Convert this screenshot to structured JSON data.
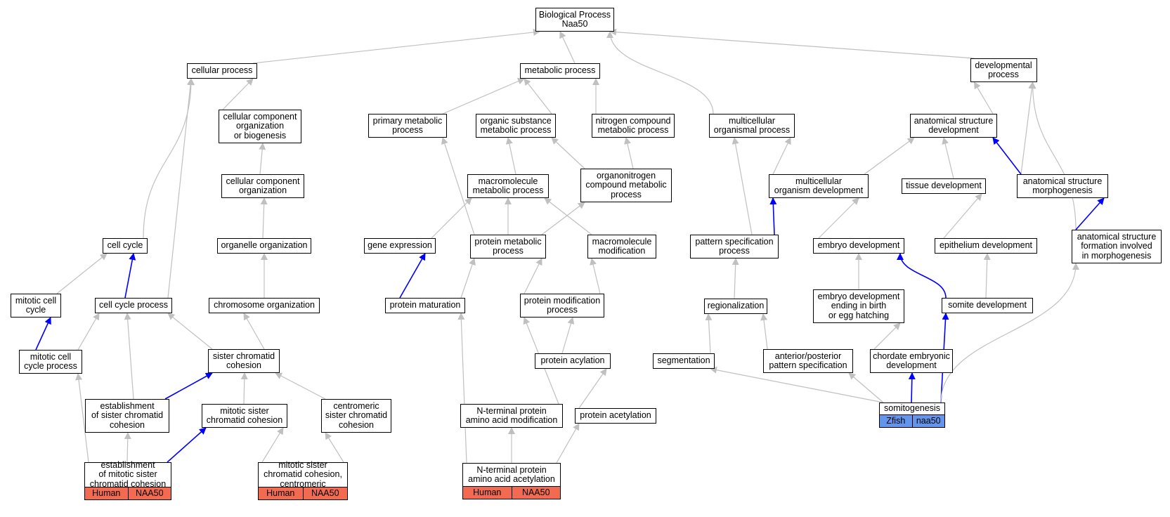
{
  "colors": {
    "edge_default": "#c0c0c0",
    "edge_highlight": "#0000ff",
    "human_tag": "#f26a4f",
    "zfish_tag": "#6495ed"
  },
  "nodes": {
    "bp": "Biological Process\nNaa50",
    "cellular_process": "cellular process",
    "metabolic_process": "metabolic process",
    "developmental_process": "developmental\nprocess",
    "cc_org_biogenesis": "cellular component\norganization\nor biogenesis",
    "primary_metabolic": "primary metabolic\nprocess",
    "organic_substance": "organic substance\nmetabolic process",
    "nitrogen_compound": "nitrogen compound\nmetabolic process",
    "multicellular_organismal": "multicellular\norganismal process",
    "anat_struct_dev": "anatomical structure\ndevelopment",
    "cc_org": "cellular component\norganization",
    "macromolecule_metabolic": "macromolecule\nmetabolic process",
    "organonitrogen": "organonitrogen\ncompound metabolic\nprocess",
    "multicellular_org_dev": "multicellular\norganism development",
    "tissue_dev": "tissue development",
    "anat_struct_morph": "anatomical structure\nmorphogenesis",
    "cell_cycle": "cell cycle",
    "organelle_org": "organelle organization",
    "gene_expression": "gene expression",
    "protein_metabolic": "protein metabolic\nprocess",
    "macromolecule_mod": "macromolecule\nmodification",
    "pattern_spec": "pattern specification\nprocess",
    "embryo_dev": "embryo development",
    "epithelium_dev": "epithelium development",
    "anat_struct_formation": "anatomical structure\nformation involved\nin morphogenesis",
    "mitotic_cell_cycle": "mitotic cell\ncycle",
    "cell_cycle_process": "cell cycle process",
    "chromosome_org": "chromosome organization",
    "protein_maturation": "protein maturation",
    "protein_mod_process": "protein modification\nprocess",
    "regionalization": "regionalization",
    "embryo_dev_birth": "embryo development\nending in birth\nor egg hatching",
    "somite_dev": "somite development",
    "mitotic_cell_cycle_process": "mitotic cell\ncycle process",
    "sister_chromatid_cohesion": "sister chromatid\ncohesion",
    "protein_acylation": "protein acylation",
    "segmentation": "segmentation",
    "ap_pattern": "anterior/posterior\npattern specification",
    "chordate_embryonic": "chordate embryonic\ndevelopment",
    "est_sister_cohesion": "establishment\nof sister chromatid\ncohesion",
    "mitotic_sister_cohesion": "mitotic sister\nchromatid cohesion",
    "centromeric_sister": "centromeric\nsister chromatid\ncohesion",
    "nterm_mod": "N-terminal protein\namino acid modification",
    "protein_acetylation": "protein acetylation",
    "somitogenesis": "somitogenesis",
    "est_mitotic_cohesion": "establishment\nof mitotic sister\nchromatid cohesion",
    "mitotic_centromeric": "mitotic sister\nchromatid cohesion,\ncentromeric",
    "nterm_acetylation": "N-terminal protein\namino acid acetylation"
  },
  "annotations": {
    "est_mitotic_cohesion": {
      "species": "Human",
      "gene": "NAA50"
    },
    "mitotic_centromeric": {
      "species": "Human",
      "gene": "NAA50"
    },
    "nterm_acetylation": {
      "species": "Human",
      "gene": "NAA50"
    },
    "somitogenesis": {
      "species": "Zfish",
      "gene": "naa50"
    }
  },
  "edges": [
    [
      "cellular_process",
      "bp",
      0
    ],
    [
      "metabolic_process",
      "bp",
      0
    ],
    [
      "developmental_process",
      "bp",
      0
    ],
    [
      "multicellular_organismal",
      "bp",
      0
    ],
    [
      "cc_org_biogenesis",
      "cellular_process",
      0
    ],
    [
      "cell_cycle",
      "cellular_process",
      0
    ],
    [
      "cell_cycle_process",
      "cellular_process",
      0
    ],
    [
      "primary_metabolic",
      "metabolic_process",
      0
    ],
    [
      "organic_substance",
      "metabolic_process",
      0
    ],
    [
      "nitrogen_compound",
      "metabolic_process",
      0
    ],
    [
      "anat_struct_dev",
      "developmental_process",
      0
    ],
    [
      "anat_struct_morph",
      "developmental_process",
      0
    ],
    [
      "anat_struct_formation",
      "developmental_process",
      0
    ],
    [
      "cc_org",
      "cc_org_biogenesis",
      0
    ],
    [
      "organelle_org",
      "cc_org",
      0
    ],
    [
      "chromosome_org",
      "organelle_org",
      0
    ],
    [
      "macromolecule_metabolic",
      "organic_substance",
      0
    ],
    [
      "organonitrogen",
      "organic_substance",
      0
    ],
    [
      "organonitrogen",
      "nitrogen_compound",
      0
    ],
    [
      "gene_expression",
      "macromolecule_metabolic",
      0
    ],
    [
      "protein_metabolic",
      "macromolecule_metabolic",
      0
    ],
    [
      "macromolecule_mod",
      "macromolecule_metabolic",
      0
    ],
    [
      "protein_metabolic",
      "organonitrogen",
      0
    ],
    [
      "protein_metabolic",
      "primary_metabolic",
      0
    ],
    [
      "multicellular_org_dev",
      "multicellular_organismal",
      0
    ],
    [
      "multicellular_org_dev",
      "anat_struct_dev",
      0
    ],
    [
      "pattern_spec",
      "multicellular_organismal",
      0
    ],
    [
      "tissue_dev",
      "anat_struct_dev",
      0
    ],
    [
      "anat_struct_morph",
      "anat_struct_dev",
      1
    ],
    [
      "anat_struct_formation",
      "anat_struct_morph",
      1
    ],
    [
      "pattern_spec",
      "multicellular_org_dev",
      1
    ],
    [
      "embryo_dev",
      "multicellular_org_dev",
      0
    ],
    [
      "epithelium_dev",
      "tissue_dev",
      0
    ],
    [
      "mitotic_cell_cycle",
      "cell_cycle",
      0
    ],
    [
      "cell_cycle_process",
      "cell_cycle",
      1
    ],
    [
      "mitotic_cell_cycle_process",
      "mitotic_cell_cycle",
      1
    ],
    [
      "mitotic_cell_cycle_process",
      "cell_cycle_process",
      0
    ],
    [
      "sister_chromatid_cohesion",
      "cell_cycle_process",
      0
    ],
    [
      "sister_chromatid_cohesion",
      "chromosome_org",
      0
    ],
    [
      "est_sister_cohesion",
      "cell_cycle_process",
      0
    ],
    [
      "est_sister_cohesion",
      "sister_chromatid_cohesion",
      1
    ],
    [
      "mitotic_sister_cohesion",
      "sister_chromatid_cohesion",
      0
    ],
    [
      "centromeric_sister",
      "sister_chromatid_cohesion",
      0
    ],
    [
      "est_mitotic_cohesion",
      "est_sister_cohesion",
      0
    ],
    [
      "est_mitotic_cohesion",
      "mitotic_sister_cohesion",
      1
    ],
    [
      "est_mitotic_cohesion",
      "mitotic_cell_cycle_process",
      0
    ],
    [
      "mitotic_centromeric",
      "mitotic_sister_cohesion",
      0
    ],
    [
      "mitotic_centromeric",
      "centromeric_sister",
      0
    ],
    [
      "protein_maturation",
      "gene_expression",
      1
    ],
    [
      "protein_maturation",
      "protein_metabolic",
      0
    ],
    [
      "protein_mod_process",
      "protein_metabolic",
      0
    ],
    [
      "protein_mod_process",
      "macromolecule_mod",
      0
    ],
    [
      "protein_acylation",
      "protein_mod_process",
      0
    ],
    [
      "nterm_mod",
      "protein_mod_process",
      0
    ],
    [
      "protein_acetylation",
      "protein_acylation",
      0
    ],
    [
      "nterm_acetylation",
      "nterm_mod",
      0
    ],
    [
      "nterm_acetylation",
      "protein_acetylation",
      0
    ],
    [
      "nterm_acetylation",
      "protein_maturation",
      0
    ],
    [
      "regionalization",
      "pattern_spec",
      0
    ],
    [
      "segmentation",
      "regionalization",
      0
    ],
    [
      "ap_pattern",
      "regionalization",
      0
    ],
    [
      "embryo_dev_birth",
      "embryo_dev",
      0
    ],
    [
      "somite_dev",
      "embryo_dev",
      1
    ],
    [
      "somite_dev",
      "epithelium_dev",
      0
    ],
    [
      "chordate_embryonic",
      "embryo_dev_birth",
      0
    ],
    [
      "somitogenesis",
      "chordate_embryonic",
      1
    ],
    [
      "somitogenesis",
      "somite_dev",
      1
    ],
    [
      "somitogenesis",
      "segmentation",
      0
    ],
    [
      "somitogenesis",
      "ap_pattern",
      0
    ],
    [
      "somitogenesis",
      "anat_struct_formation",
      0
    ]
  ]
}
